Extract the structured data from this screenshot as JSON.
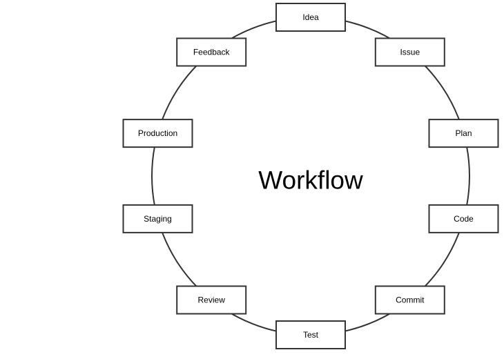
{
  "diagram": {
    "title": "Workflow",
    "stages": [
      {
        "label": "Idea"
      },
      {
        "label": "Issue"
      },
      {
        "label": "Plan"
      },
      {
        "label": "Code"
      },
      {
        "label": "Commit"
      },
      {
        "label": "Test"
      },
      {
        "label": "Review"
      },
      {
        "label": "Staging"
      },
      {
        "label": "Production"
      },
      {
        "label": "Feedback"
      }
    ],
    "colors": {
      "stroke": "#333333",
      "box_fill": "#ffffff",
      "text": "#000000"
    }
  }
}
